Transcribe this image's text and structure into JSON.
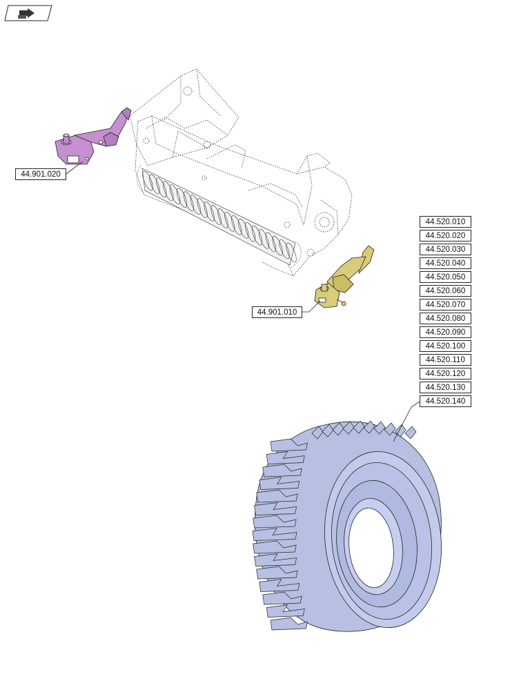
{
  "callouts": {
    "left_arm": "44.901.020",
    "right_arm": "44.901.010"
  },
  "tire_refs": [
    "44.520.010",
    "44.520.020",
    "44.520.030",
    "44.520.040",
    "44.520.050",
    "44.520.060",
    "44.520.070",
    "44.520.080",
    "44.520.090",
    "44.520.100",
    "44.520.110",
    "44.520.120",
    "44.520.130",
    "44.520.140"
  ],
  "colors": {
    "left_arm": "#c58fd0",
    "right_arm": "#d8cc7a",
    "tire": "#b7c0e3",
    "outline": "#222222",
    "frame_dotted": "#444444"
  },
  "icons": {
    "nav_badge": "return-arrow-icon"
  }
}
